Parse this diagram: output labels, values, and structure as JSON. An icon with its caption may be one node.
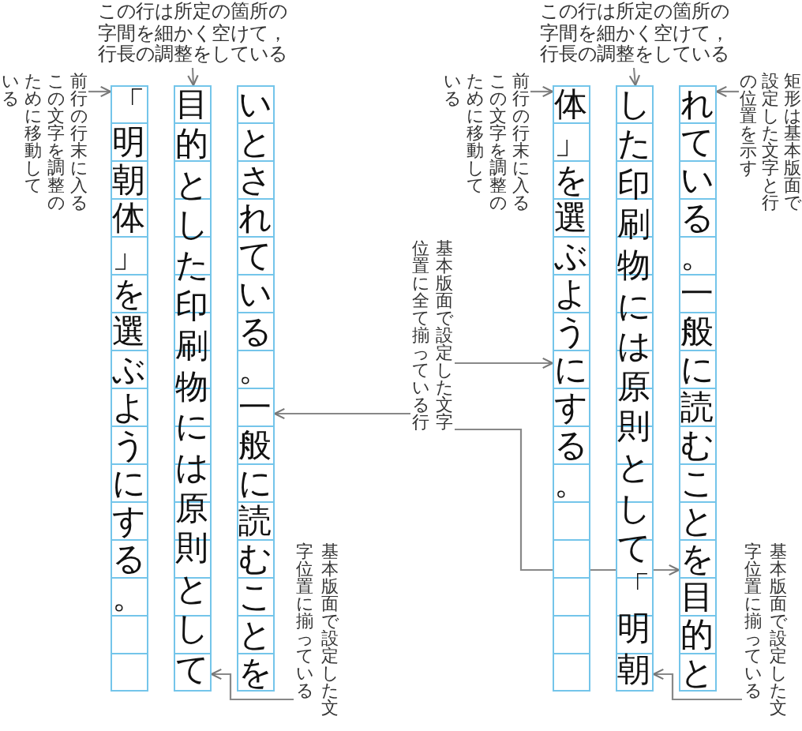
{
  "diagram": {
    "nodes": [
      {
        "text": [
          "この行は所定の箇所の字間を細かく空けて，行長の調整をしている"
        ]
      },
      {
        "text": [
          "前行の行末に入るこの文字を調整のために移動している"
        ]
      },
      {
        "text": [
          "「明朝体」を選ぶようにする。"
        ]
      },
      {
        "text": [
          "目的とした印刷物には原則として"
        ]
      },
      {
        "text": [
          "いとされている。一般に読むことを"
        ]
      },
      {
        "text": [
          "基本版面で設定した文字位置に全て揃っている行"
        ]
      },
      {
        "text": [
          "基本版面で設定した文字位置に揃っている"
        ]
      },
      {
        "text": [
          "この行は所定の箇所の字間を細かく空けて，行長の調整をしている"
        ]
      },
      {
        "text": [
          "前行の行末に入るこの文字を調整のために移動している"
        ]
      },
      {
        "text": [
          "体」を選ぶようにする。"
        ]
      },
      {
        "text": [
          "した印刷物には原則として「明朝"
        ]
      },
      {
        "text": [
          "れている。一般に読むことを目的と"
        ]
      },
      {
        "text": [
          "矩形は基本版面で設定した文字と行の位置を示す"
        ]
      },
      {
        "text": [
          "基本版面で設定した文字位置に揃っている"
        ]
      }
    ],
    "edges": [
      {
        "from": 0,
        "to": 3,
        "arrow": "to"
      },
      {
        "from": 1,
        "to": 2,
        "arrow": "to"
      },
      {
        "from": 5,
        "to": 4,
        "arrow": "to"
      },
      {
        "from": 5,
        "to": 9,
        "arrow": "to"
      },
      {
        "from": 5,
        "to": 11,
        "arrow": "to"
      },
      {
        "from": 6,
        "to": 3,
        "arrow": "to"
      },
      {
        "from": 7,
        "to": 10,
        "arrow": "to"
      },
      {
        "from": 8,
        "to": 9,
        "arrow": "to"
      },
      {
        "from": 12,
        "to": 11,
        "arrow": "to"
      },
      {
        "from": 13,
        "to": 10,
        "arrow": "to"
      }
    ]
  }
}
